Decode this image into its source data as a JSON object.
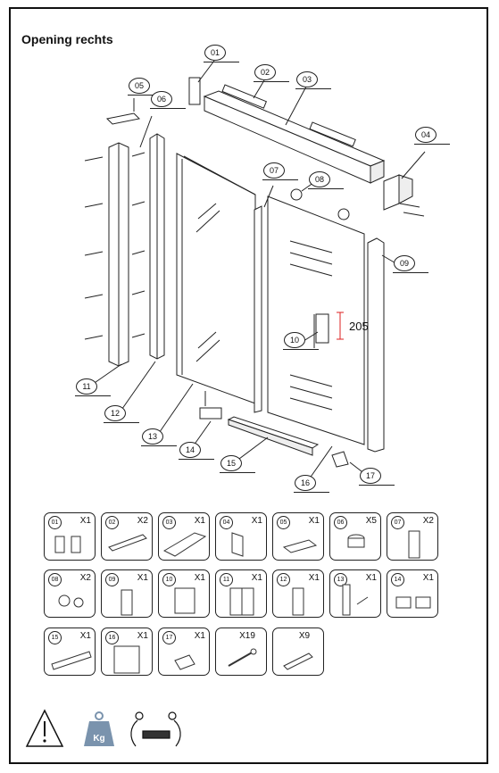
{
  "title": "Opening rechts",
  "callouts": [
    {
      "id": "c01",
      "label": "01"
    },
    {
      "id": "c02",
      "label": "02"
    },
    {
      "id": "c03",
      "label": "03"
    },
    {
      "id": "c04",
      "label": "04"
    },
    {
      "id": "c05",
      "label": "05"
    },
    {
      "id": "c06",
      "label": "06"
    },
    {
      "id": "c07",
      "label": "07"
    },
    {
      "id": "c08",
      "label": "08"
    },
    {
      "id": "c09",
      "label": "09"
    },
    {
      "id": "c10",
      "label": "10"
    },
    {
      "id": "c11",
      "label": "11"
    },
    {
      "id": "c12",
      "label": "12"
    },
    {
      "id": "c13",
      "label": "13"
    },
    {
      "id": "c14",
      "label": "14"
    },
    {
      "id": "c15",
      "label": "15"
    },
    {
      "id": "c16",
      "label": "16"
    },
    {
      "id": "c17",
      "label": "17"
    }
  ],
  "dimension_label": "205",
  "parts": [
    {
      "num": "01",
      "qty": "X1"
    },
    {
      "num": "02",
      "qty": "X2"
    },
    {
      "num": "03",
      "qty": "X1"
    },
    {
      "num": "04",
      "qty": "X1"
    },
    {
      "num": "05",
      "qty": "X1"
    },
    {
      "num": "06",
      "qty": "X5"
    },
    {
      "num": "07",
      "qty": "X2"
    },
    {
      "num": "08",
      "qty": "X2"
    },
    {
      "num": "09",
      "qty": "X1"
    },
    {
      "num": "10",
      "qty": "X1"
    },
    {
      "num": "11",
      "qty": "X1"
    },
    {
      "num": "12",
      "qty": "X1"
    },
    {
      "num": "13",
      "qty": "X1"
    },
    {
      "num": "14",
      "qty": "X1"
    },
    {
      "num": "15",
      "qty": "X1"
    },
    {
      "num": "16",
      "qty": "X1"
    },
    {
      "num": "17",
      "qty": "X1"
    },
    {
      "num": "",
      "qty": "X19"
    },
    {
      "num": "",
      "qty": "X9"
    }
  ],
  "weight_label": "Kg",
  "icons": [
    "warning-triangle-icon",
    "weight-icon",
    "two-person-lift-icon"
  ]
}
